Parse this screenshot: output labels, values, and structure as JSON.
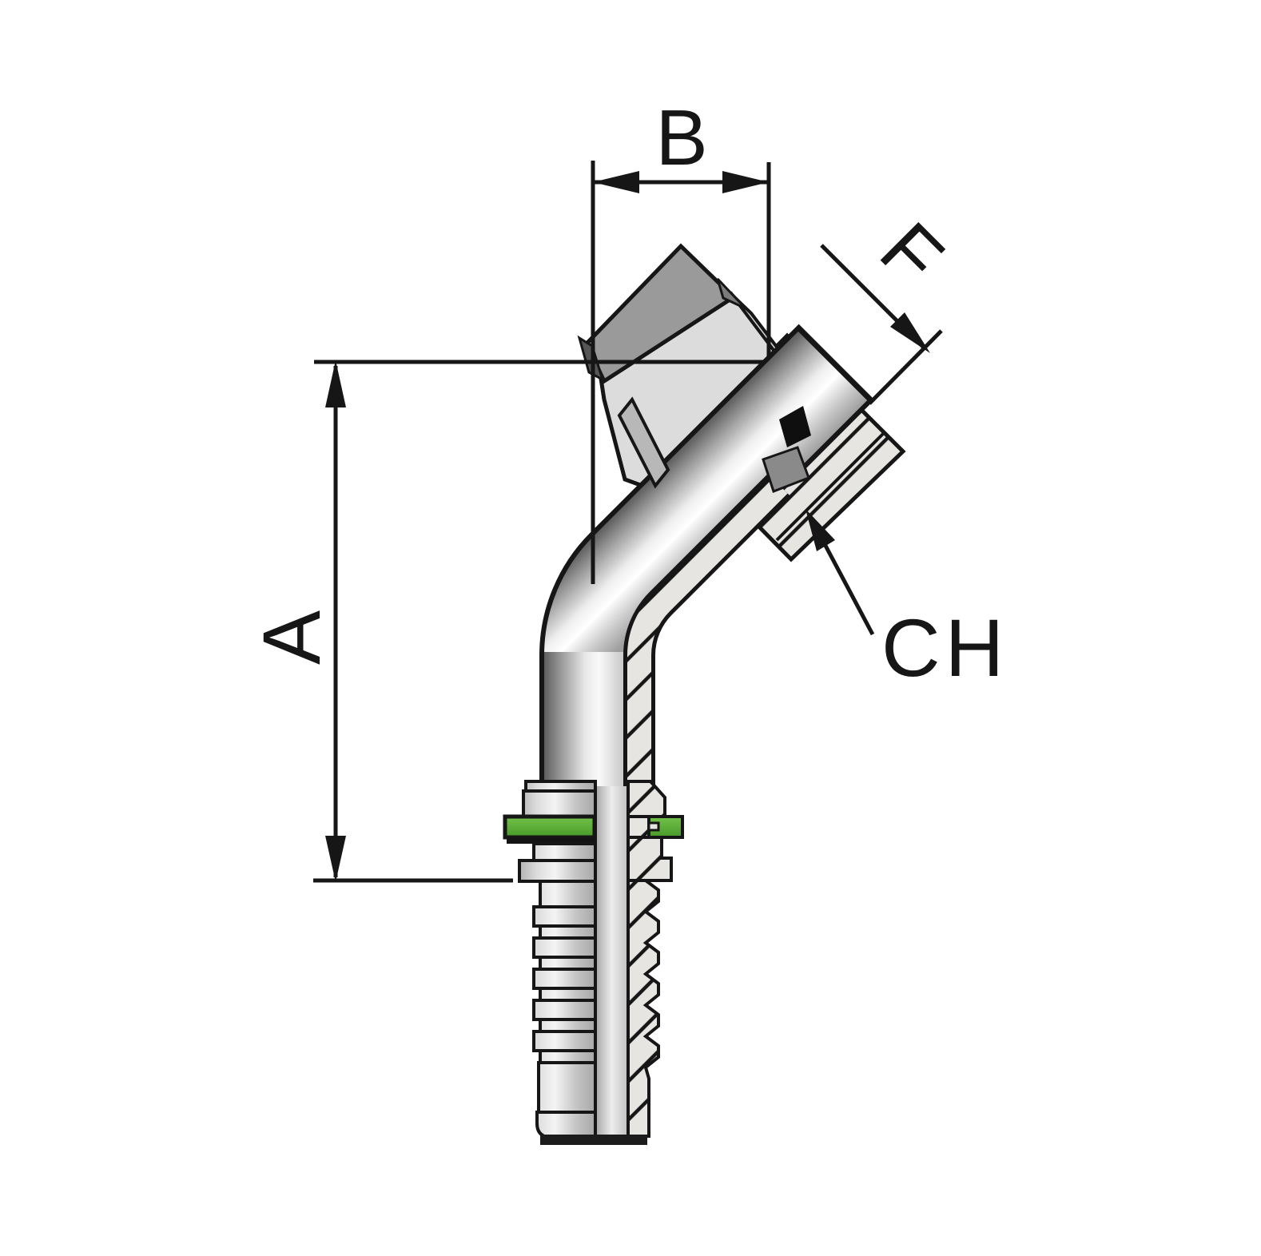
{
  "figure": {
    "type": "technical-drawing",
    "subject": "45-degree elbow hose fitting with female swivel nut, half-section view",
    "dimension_labels": {
      "a": "A",
      "b": "B",
      "f": "F",
      "ch": "CH"
    },
    "colors": {
      "outline": "#161616",
      "seal_green_light": "#74c24a",
      "seal_green_dark": "#47992a",
      "section_fill": "#e7e5e2",
      "metal_bright": "#fafafa",
      "metal_dark": "#5f5f5f",
      "background": "#ffffff"
    }
  }
}
